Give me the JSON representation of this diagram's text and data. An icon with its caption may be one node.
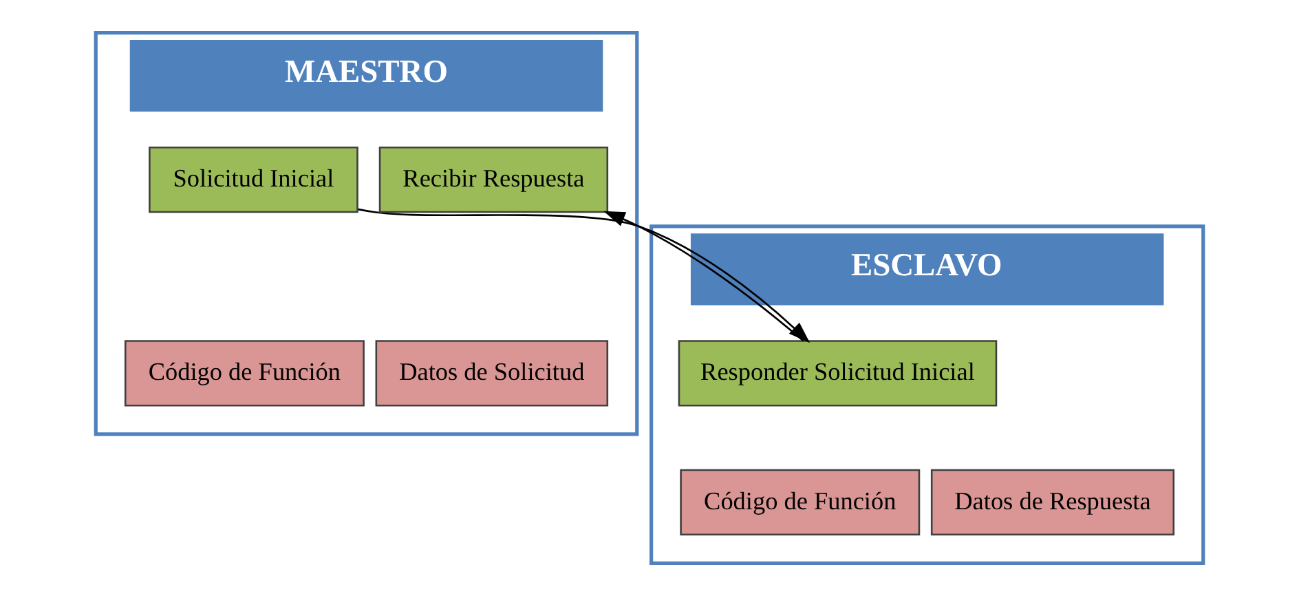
{
  "diagram": {
    "nodes": [
      {
        "text": [
          "MAESTRO"
        ]
      },
      {
        "text": [
          "Solicitud Inicial"
        ],
        "in": 0
      },
      {
        "text": [
          "Código de Función"
        ],
        "in": 0
      },
      {
        "text": [
          "Datos de Solicitud"
        ],
        "in": 0
      },
      {
        "text": [
          "Recibir Respuesta"
        ],
        "in": 0
      },
      {
        "text": [
          "ESCLAVO"
        ]
      },
      {
        "text": [
          "Responder Solicitud Inicial"
        ],
        "in": 5
      },
      {
        "text": [
          "Código de Función"
        ],
        "in": 5
      },
      {
        "text": [
          "Datos de Respuesta"
        ],
        "in": 5
      }
    ],
    "edges": [
      {
        "from": 1,
        "to": 6,
        "arrow": "to"
      },
      {
        "from": 6,
        "to": 4,
        "arrow": "to"
      }
    ]
  }
}
